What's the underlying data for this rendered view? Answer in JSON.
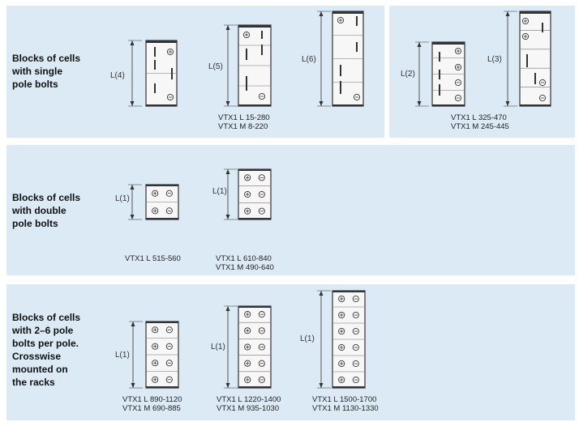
{
  "rows": [
    {
      "title_lines": [
        "Blocks of cells",
        "with single",
        "pole bolts"
      ],
      "panels": 2,
      "figures": [
        {
          "label": "L(4)",
          "caption": []
        },
        {
          "label": "L(5)",
          "caption": [
            "VTX1 L 15-280",
            "VTX1 M 8-220"
          ]
        },
        {
          "label": "L(6)",
          "caption": []
        },
        {
          "label": "L(2)",
          "caption": []
        },
        {
          "label": "L(3)",
          "caption": [
            "VTX1 L 325-470",
            "VTX1 M 245-445"
          ]
        }
      ]
    },
    {
      "title_lines": [
        "Blocks of cells",
        "with double",
        "pole bolts"
      ],
      "panels": 1,
      "figures": [
        {
          "label": "L(1)",
          "caption": [
            "VTX1 L 515-560"
          ]
        },
        {
          "label": "L(1)",
          "caption": [
            "VTX1 L 610-840",
            "VTX1 M 490-640"
          ]
        }
      ]
    },
    {
      "title_lines": [
        "Blocks of cells",
        "with 2–6 pole",
        "bolts per pole.",
        "Crosswise",
        "mounted on",
        "the racks"
      ],
      "panels": 1,
      "figures": [
        {
          "label": "L(1)",
          "caption": [
            "VTX1 L 890-1120",
            "VTX1 M 690-885"
          ]
        },
        {
          "label": "L(1)",
          "caption": [
            "VTX1 L 1220-1400",
            "VTX1 M 935-1030"
          ]
        },
        {
          "label": "L(1)",
          "caption": [
            "VTX1 L 1500-1700",
            "VTX1 M 1130-1330"
          ]
        }
      ]
    }
  ],
  "colors": {
    "panel": "#dbeaf5",
    "line": "#333333",
    "cell": "#f7f7f7"
  }
}
